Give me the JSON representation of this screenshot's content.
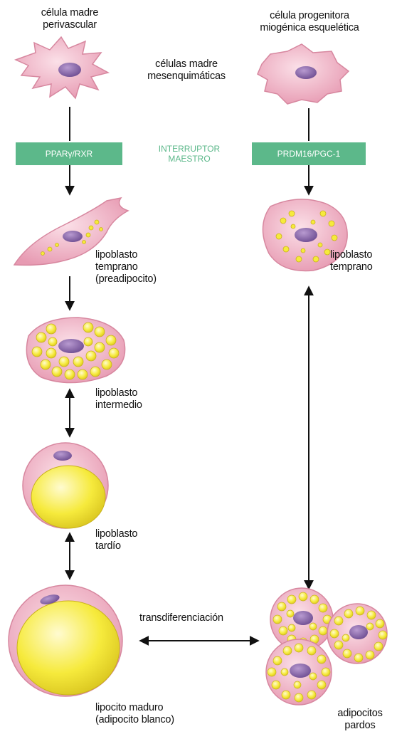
{
  "labels": {
    "perivascular_stem": [
      "célula madre",
      "perivascular"
    ],
    "myogenic_progenitor": [
      "célula progenitora",
      "miogénica esquelética"
    ],
    "mesenchymal": [
      "células madre",
      "mesenquimáticas"
    ],
    "white_early_lipoblast": [
      "lipoblasto",
      "temprano",
      "(preadipocito)"
    ],
    "brown_early_lipoblast": [
      "lipoblasto",
      "temprano"
    ],
    "intermediate_lipoblast": [
      "lipoblasto",
      "intermedio"
    ],
    "late_lipoblast": [
      "lipoblasto",
      "tardío"
    ],
    "mature_lipocyte": [
      "lipocito maduro",
      "(adipocito blanco)"
    ],
    "brown_adipocytes": [
      "adipocitos",
      "pardos"
    ],
    "transdifferentiation": "transdiferenciación"
  },
  "master_switch": {
    "left_box": "PPARγ/RXR",
    "right_box": "PRDM16/PGC-1",
    "label": [
      "INTERRUPTOR",
      "MAESTRO"
    ]
  },
  "colors": {
    "switch_green": "#5cb88a",
    "cell_pink": "#f2b6c6",
    "nucleus_purple": "#8a6aa8",
    "lipid_yellow": "#f6ea3c"
  }
}
